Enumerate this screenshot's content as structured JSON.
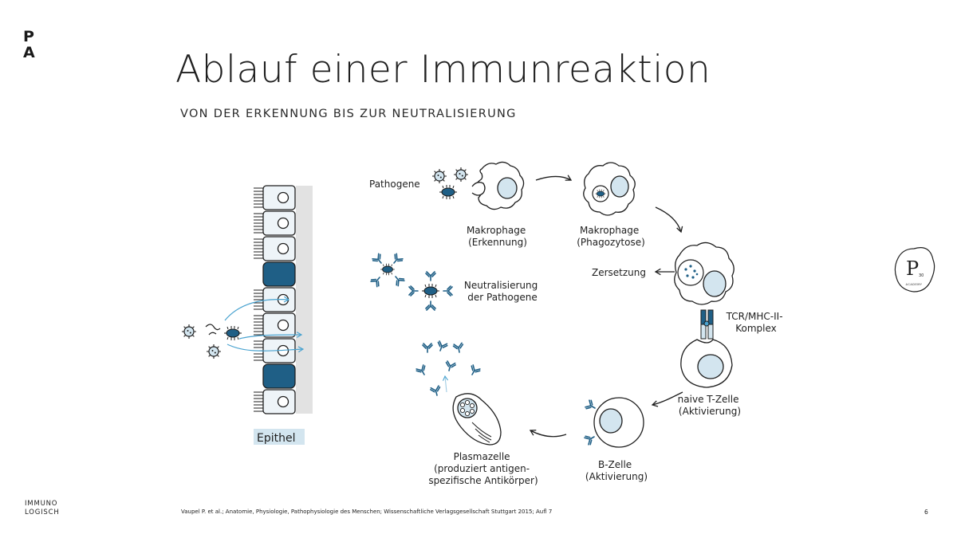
{
  "brand": {
    "logo_line1": "P",
    "logo_line2": "A",
    "bottom_line1": "IMMUNO",
    "bottom_line2": "LOGISCH"
  },
  "header": {
    "title": "Ablauf einer Immunreaktion",
    "subtitle": "VON DER ERKENNUNG BIS ZUR NEUTRALISIERUNG"
  },
  "diagram": {
    "epithel": "Epithel",
    "pathogene": "Pathogene",
    "makrophage_erkennung": [
      "Makrophage",
      "(Erkennung)"
    ],
    "makrophage_phagozytose": [
      "Makrophage",
      "(Phagozytose)"
    ],
    "zersetzung": "Zersetzung",
    "tcr_mhc": [
      "TCR/MHC-II-",
      "Komplex"
    ],
    "t_zelle": [
      "naive T-Zelle",
      "(Aktivierung)"
    ],
    "b_zelle": [
      "B-Zelle",
      "(Aktivierung)"
    ],
    "plasmazelle": [
      "Plasmazelle",
      "(produziert antigen-",
      "spezifische Antikörper)"
    ],
    "neutralisierung": [
      "Neutralisierung",
      "der Pathogene"
    ]
  },
  "academy_badge": {
    "letter": "P",
    "small": "30",
    "ring_text": "ACADEMY"
  },
  "footer": {
    "citation": "Vaupel P. et al.; Anatomie, Physiologie, Pathophysiologie des Menschen; Wissenschaftliche Verlagsgesellschaft Stuttgart 2015; Aufl 7",
    "page": "6"
  },
  "colors": {
    "dark_blue": "#1f5f86",
    "light_blue": "#d3e5ef",
    "cell_fill": "#eef4f8",
    "line": "#1e1e1e",
    "arrow_blue": "#4aa3d0"
  }
}
